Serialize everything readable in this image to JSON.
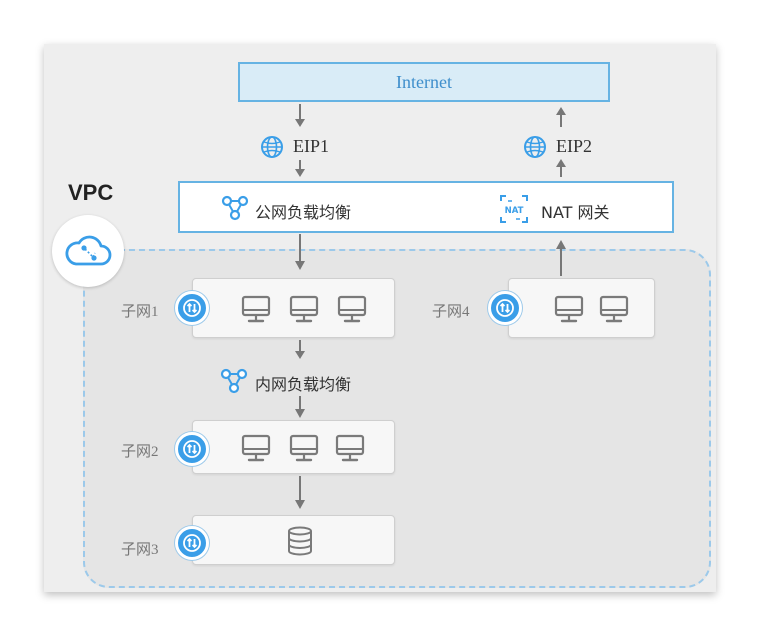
{
  "internet": {
    "label": "Internet"
  },
  "eip1": {
    "label": "EIP1",
    "icon": "globe-icon"
  },
  "eip2": {
    "label": "EIP2",
    "icon": "globe-icon"
  },
  "gateway": {
    "public_lb_label": "公网负载均衡",
    "nat_label": "NAT 网关",
    "nat_icon_text": "NAT"
  },
  "vpc": {
    "label": "VPC",
    "icon": "cloud-icon"
  },
  "subnets": [
    {
      "label": "子网1"
    },
    {
      "label": "子网2"
    },
    {
      "label": "子网3"
    },
    {
      "label": "子网4"
    }
  ],
  "internal_lb": {
    "label": "内网负载均衡"
  },
  "colors": {
    "accent": "#3a9ee8",
    "border_blue": "#66b3e3",
    "arrow": "#777777",
    "icon_gray": "#7a7a7a"
  }
}
